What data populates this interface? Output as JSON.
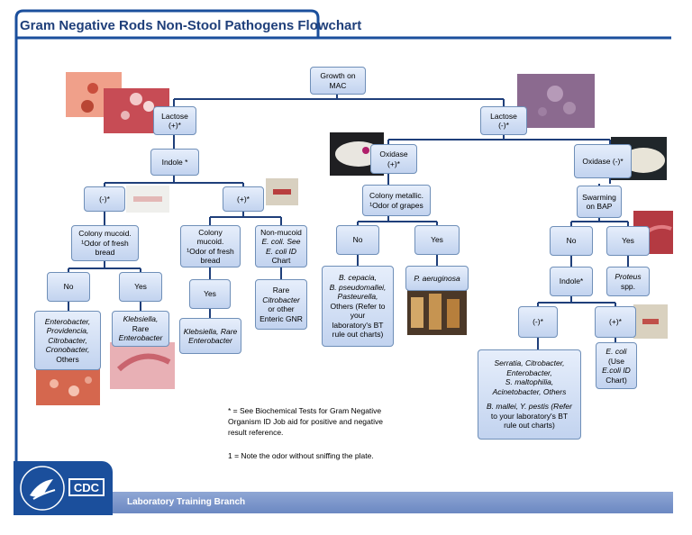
{
  "title": "Gram Negative Rods Non-Stool Pathogens Flowchart",
  "footer": "Laboratory Training Branch",
  "logo_text": "CDC",
  "nodes": {
    "growth_mac": [
      "Growth on",
      "MAC"
    ],
    "lactose_pos": [
      "Lactose",
      "(+)*"
    ],
    "lactose_neg": [
      "Lactose",
      "(-)*"
    ],
    "indole_left": [
      "Indole *"
    ],
    "indole_neg_left": [
      "(-)*"
    ],
    "indole_pos_left": [
      "(+)*"
    ],
    "colony_mucoid_fresh": [
      "Colony mucoid.",
      "¹Odor of fresh",
      "bread"
    ],
    "colony_mucoid_fresh2": [
      "Colony",
      "mucoid.",
      "¹Odor of fresh",
      "bread"
    ],
    "non_mucoid": [
      "Non-mucoid",
      "E. coli. See",
      "E. coli ID",
      "Chart"
    ],
    "no_left": [
      "No"
    ],
    "yes_left": [
      "Yes"
    ],
    "yes_mid": [
      "Yes"
    ],
    "enterobacter_list": [
      "Enterobacter,",
      "Providencia,",
      "Citrobacter,",
      "Cronobacter,",
      "Others"
    ],
    "klebsiella_left": [
      "Klebsiella,",
      "Rare",
      "Enterobacter"
    ],
    "klebsiella_mid": [
      "Klebsiella, Rare",
      "Enterobacter"
    ],
    "rare_citrobacter": [
      "Rare",
      "Citrobacter",
      "or other",
      "Enteric GNR"
    ],
    "oxidase_pos": [
      "Oxidase",
      "(+)*"
    ],
    "oxidase_neg": [
      "Oxidase (-)*"
    ],
    "colony_metallic": [
      "Colony metallic.",
      "¹Odor of grapes"
    ],
    "swarming": [
      "Swarming",
      "on BAP"
    ],
    "no_ox": [
      "No"
    ],
    "yes_ox": [
      "Yes"
    ],
    "no_sw": [
      "No"
    ],
    "yes_sw": [
      "Yes"
    ],
    "bcepacia": [
      "B. cepacia,",
      "B. pseudomallei,",
      "Pasteurella,",
      "Others (Refer to",
      "your",
      "laboratory's BT",
      "rule out charts)"
    ],
    "paeruginosa": [
      "P. aeruginosa"
    ],
    "indole_right": [
      "Indole*"
    ],
    "proteus": [
      "Proteus",
      "spp."
    ],
    "indole_neg_right": [
      "(-)*"
    ],
    "indole_pos_right": [
      "(+)*"
    ],
    "serratia": [
      "Serratia, Citrobacter,",
      "Enterobacter,",
      "S. maltophilia,",
      "Acinetobacter, Others",
      "",
      "B. mallei, Y. pestis (Refer",
      "to your laboratory's BT",
      "rule out charts)"
    ],
    "ecoli": [
      "E. coli",
      "(Use",
      "E.coli ID",
      "Chart)"
    ]
  },
  "notes": {
    "asterisk": "* = See Biochemical Tests for Gram Negative Organism ID Job aid for positive and negative result reference.",
    "one": "1 = Note the odor without sniffing the plate."
  },
  "colors": {
    "title": "#1f3f7a",
    "border": "#1b4f9c",
    "line": "#1f3f7a",
    "box_top": "#e6eefb",
    "box_bottom": "#c2d3ef",
    "footer": "#7f98cc"
  }
}
